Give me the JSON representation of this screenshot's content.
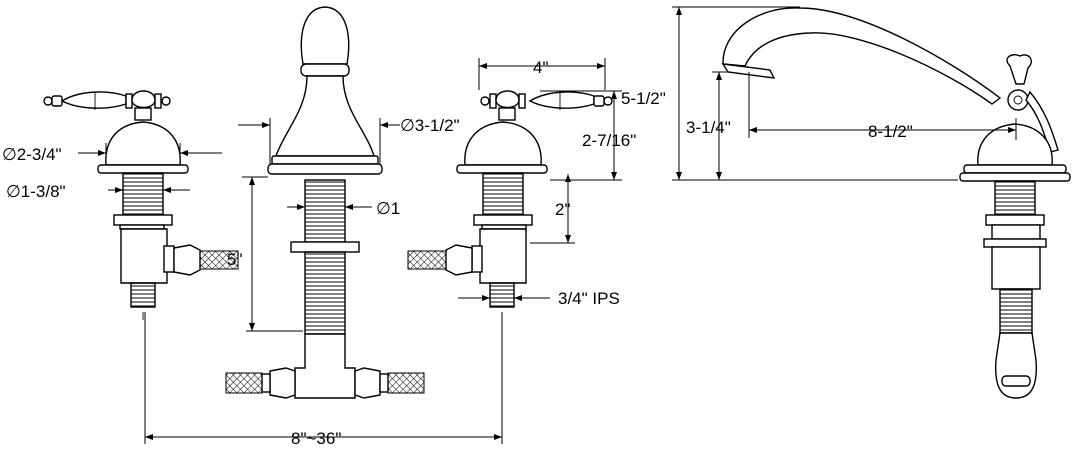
{
  "dimensions": {
    "handle_diameter": "∅2-3/4\"",
    "shank_diameter": "∅1-3/8\"",
    "spout_base_diameter": "∅3-1/2\"",
    "spout_shank_diameter": "∅1",
    "shank_length": "5\"",
    "handle_spread": "4\"",
    "handle_height": "2-7/16\"",
    "threaded_length": "2\"",
    "connection": "3/4\" IPS",
    "center_spread": "8\"~36\"",
    "spout_height": "5-1/2\"",
    "spout_outlet_height": "3-1/4\"",
    "spout_reach": "8-1/2\""
  }
}
